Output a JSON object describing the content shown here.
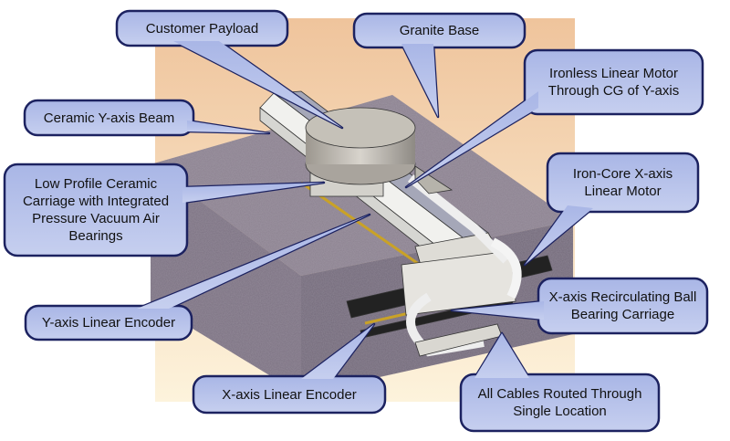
{
  "colors": {
    "callout_fill": "#b8c3ea",
    "callout_border": "#1c2260",
    "background_top": "#efc49c",
    "background_bottom": "#fdf3dc",
    "granite": "#8a7f8e"
  },
  "callouts": [
    {
      "id": "customer-payload",
      "text": "Customer Payload"
    },
    {
      "id": "granite-base",
      "text": "Granite Base"
    },
    {
      "id": "ironless-linear-motor",
      "text": "Ironless Linear Motor Through CG of Y-axis"
    },
    {
      "id": "ceramic-y-axis-beam",
      "text": "Ceramic Y-axis Beam"
    },
    {
      "id": "ceramic-carriage",
      "text": "Low Profile Ceramic Carriage with Integrated Pressure Vacuum Air Bearings"
    },
    {
      "id": "iron-core-x-axis-motor",
      "text": "Iron-Core X-axis Linear Motor"
    },
    {
      "id": "y-axis-linear-encoder",
      "text": "Y-axis Linear Encoder"
    },
    {
      "id": "x-axis-ball-bearing-carriage",
      "text": "X-axis Recirculating Ball Bearing Carriage"
    },
    {
      "id": "x-axis-linear-encoder",
      "text": "X-axis Linear Encoder"
    },
    {
      "id": "cables-single-location",
      "text": "All Cables Routed Through Single Location"
    }
  ]
}
